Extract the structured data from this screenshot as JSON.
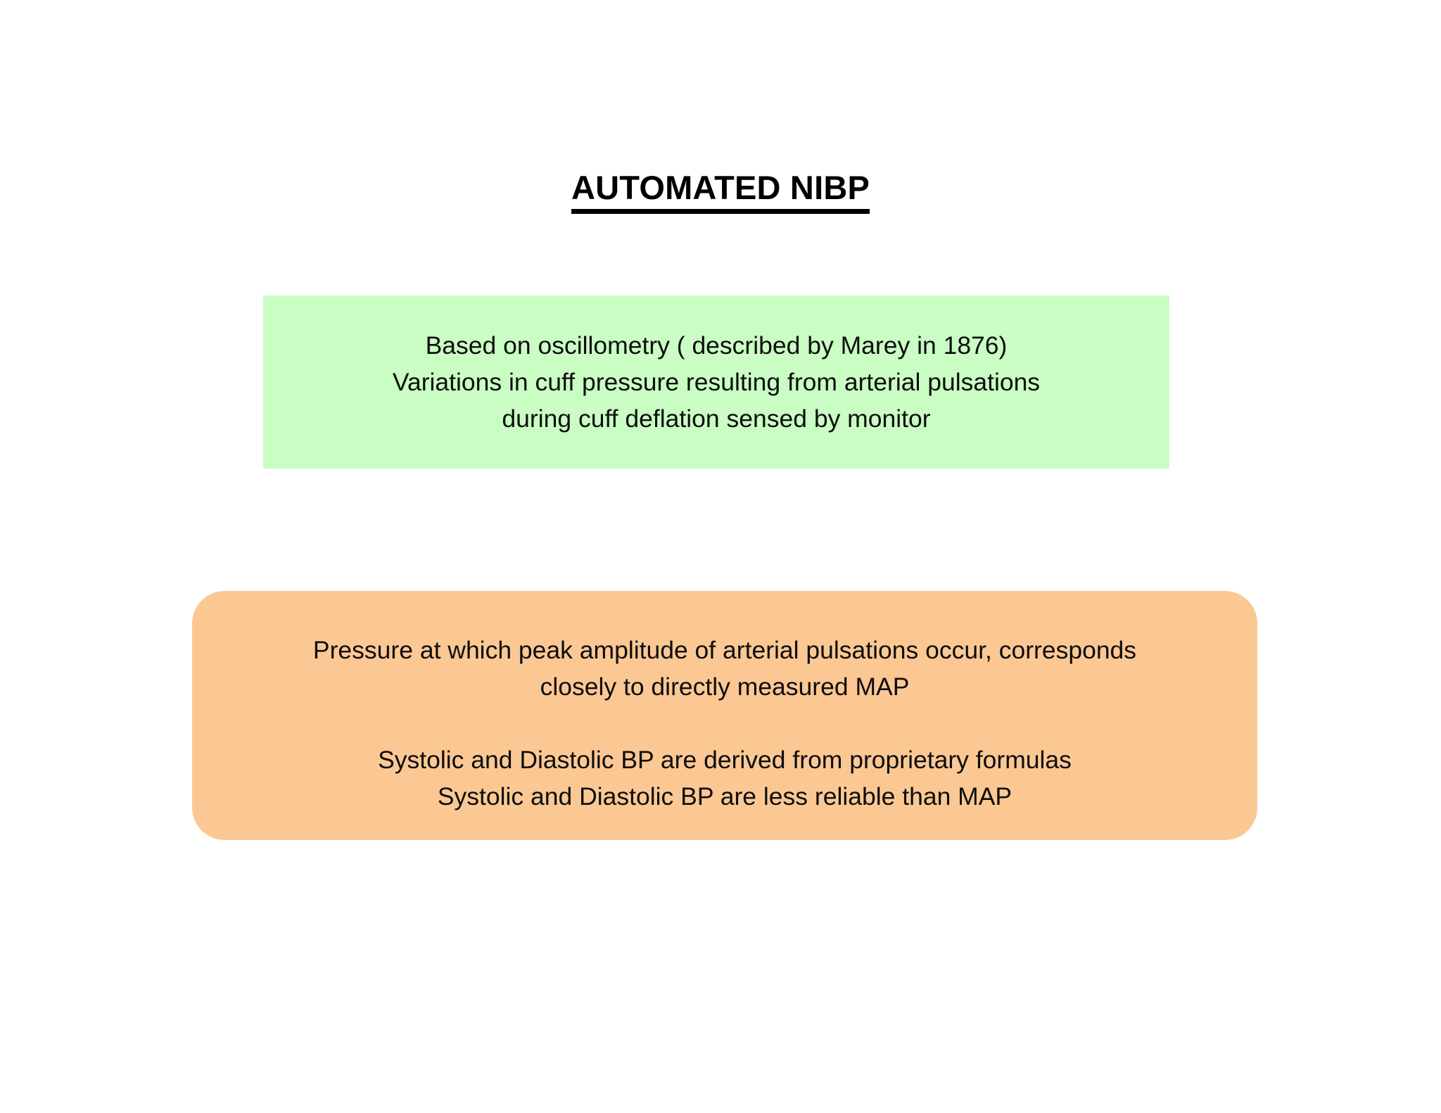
{
  "slide": {
    "title": "AUTOMATED NIBP",
    "background_color": "#ffffff",
    "title_color": "#000000"
  },
  "green_box": {
    "name": "oscillometry-principle-box",
    "fill_color": "#c9fdc4",
    "lines": [
      "Based on oscillometry ( described by Marey in 1876)",
      "Variations in cuff pressure resulting from arterial pulsations",
      "during cuff deflation sensed by monitor"
    ]
  },
  "orange_box": {
    "name": "map-derivation-box",
    "fill_color": "#fbc894",
    "lines": [
      "Pressure at which peak amplitude of arterial pulsations occur, corresponds",
      "closely to directly measured MAP",
      "",
      "Systolic and Diastolic BP are derived from proprietary formulas",
      "Systolic and Diastolic BP are less reliable than MAP"
    ]
  }
}
